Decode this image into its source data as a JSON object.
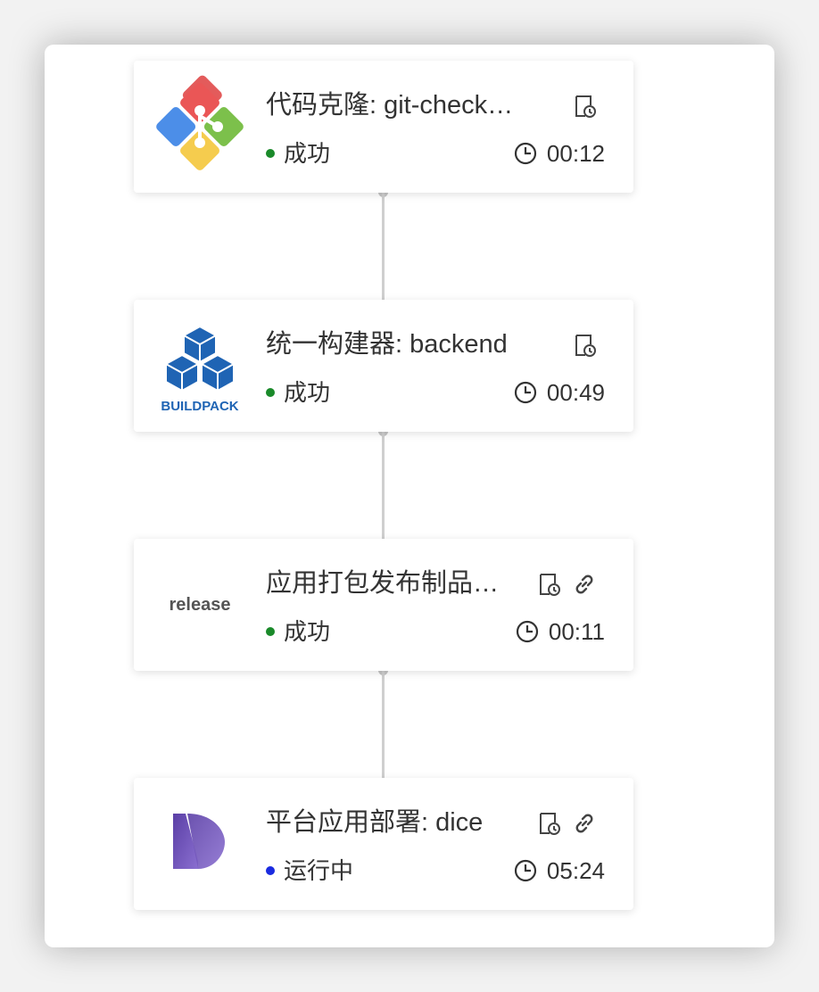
{
  "colors": {
    "success": "#1a8a2a",
    "running": "#1a2be0"
  },
  "steps": [
    {
      "title": "代码克隆: git-check…",
      "status": "成功",
      "duration": "00:12",
      "status_type": "success",
      "logo": "git-icon",
      "has_link": false
    },
    {
      "title": "统一构建器: backend",
      "status": "成功",
      "duration": "00:49",
      "status_type": "success",
      "logo": "buildpack-icon",
      "logo_text": "BUILDPACK",
      "has_link": false
    },
    {
      "title": "应用打包发布制品…",
      "status": "成功",
      "duration": "00:11",
      "status_type": "success",
      "logo": "release-logo",
      "logo_text": "release",
      "has_link": true
    },
    {
      "title": "平台应用部署: dice",
      "status": "运行中",
      "duration": "05:24",
      "status_type": "running",
      "logo": "dice-icon",
      "has_link": true
    }
  ]
}
